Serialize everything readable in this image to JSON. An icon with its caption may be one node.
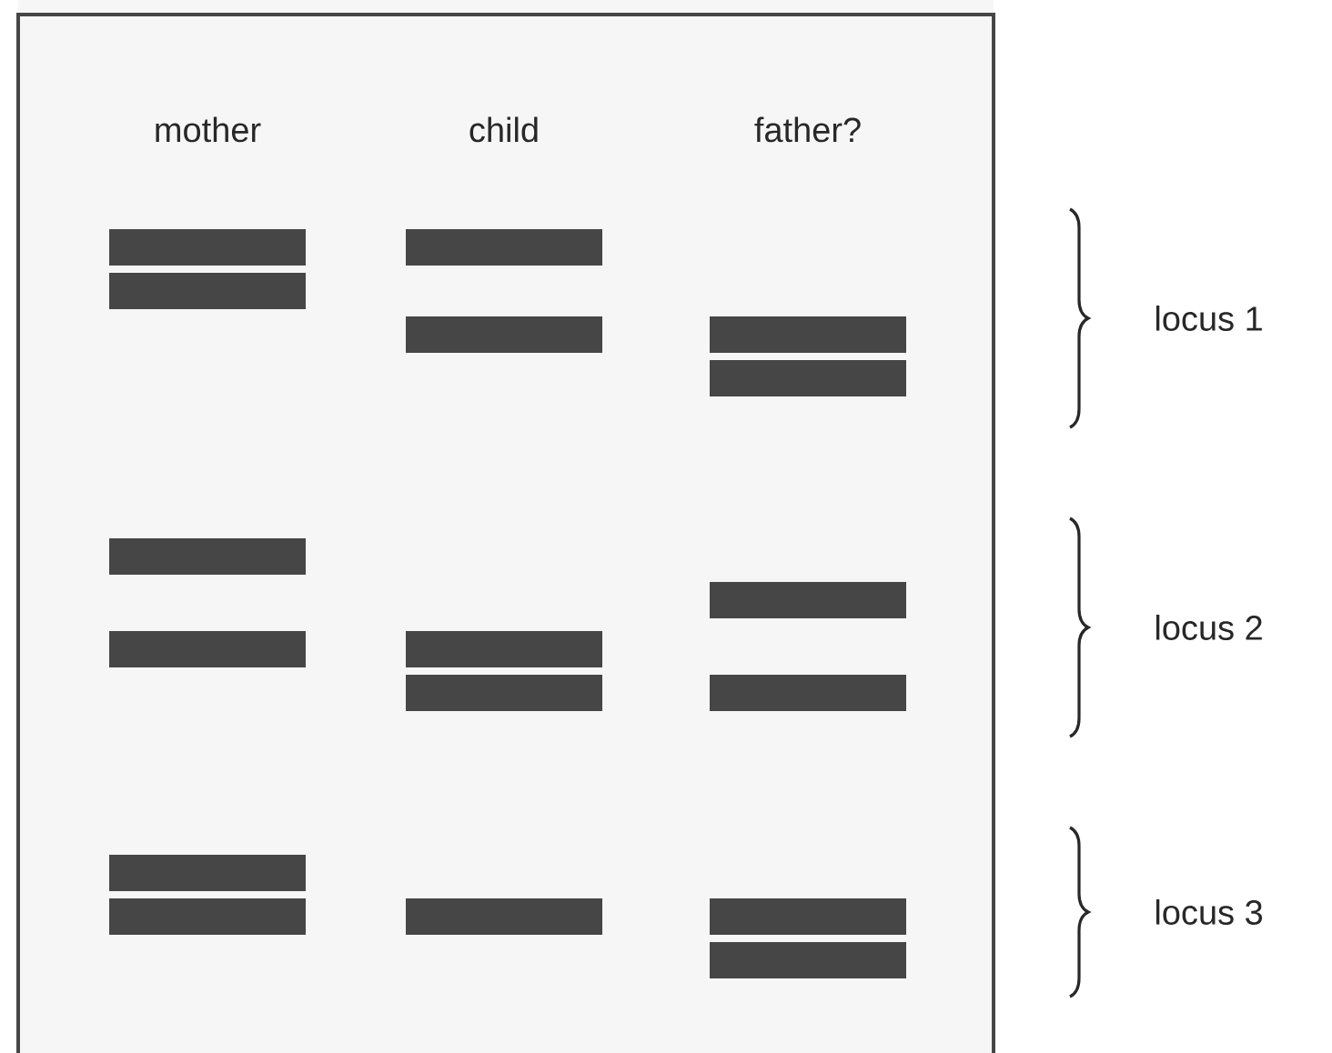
{
  "diagram": {
    "labels": [
      "mother",
      "child",
      "father?",
      "locus 1",
      "locus 2",
      "locus 3"
    ]
  }
}
